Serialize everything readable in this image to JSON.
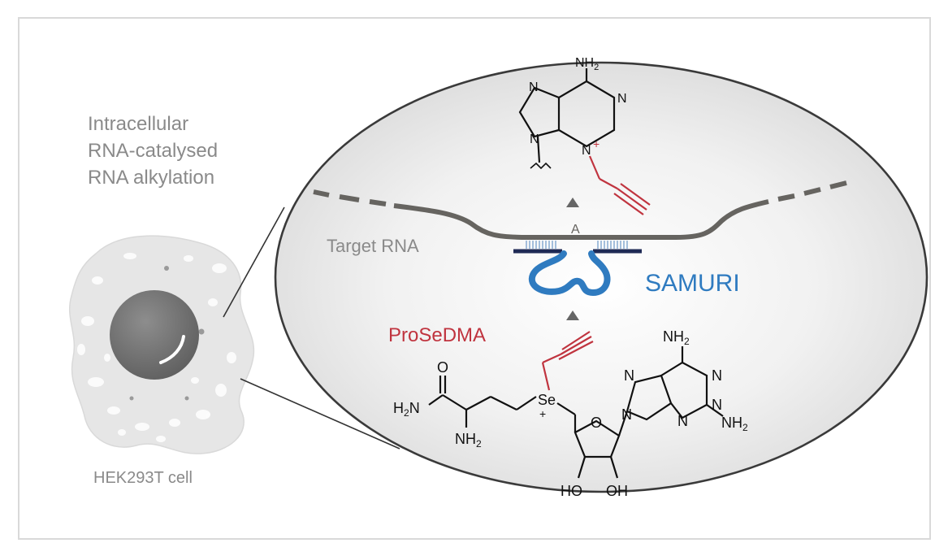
{
  "caption": {
    "line1": "Intracellular",
    "line2": "RNA-catalysed",
    "line3": "RNA alkylation"
  },
  "labels": {
    "target_rna": "Target RNA",
    "samuri": "SAMURI",
    "prosedma": "ProSeDMA",
    "cell": "HEK293T cell",
    "adenosine_site": "A"
  },
  "top_molecule": {
    "nh2": "NH",
    "nh2_sub": "2",
    "n_a": "N",
    "n_b": "N",
    "n_c": "N",
    "n_plus": "N",
    "plus": "+"
  },
  "bottom_molecule": {
    "o_amide": "O",
    "h2n_amide": "H",
    "h2n_sub": "2",
    "h2n_n": "N",
    "nh2_amine": "NH",
    "nh2_amine_sub": "2",
    "se": "Se",
    "se_plus": "+",
    "o_ring": "O",
    "ho": "HO",
    "oh": "OH",
    "purine_nh2_top": "NH",
    "purine_nh2_top_sub": "2",
    "purine_nh2_right": "NH",
    "purine_nh2_right_sub": "2",
    "n1": "N",
    "n2": "N",
    "n3": "N",
    "n4": "N",
    "n5": "N"
  },
  "colors": {
    "caption_gray": "#8a8a8a",
    "rna_strand": "#666460",
    "samuri_blue": "#2f7bc0",
    "prosedma_red": "#c0343f",
    "guide_navy": "#1f2a55",
    "pair_lines": "#7fa6cf",
    "ellipse_border": "#3a3a3a",
    "cell_fill": "#e6e6e6",
    "nucleus": "#7a7a7a"
  }
}
